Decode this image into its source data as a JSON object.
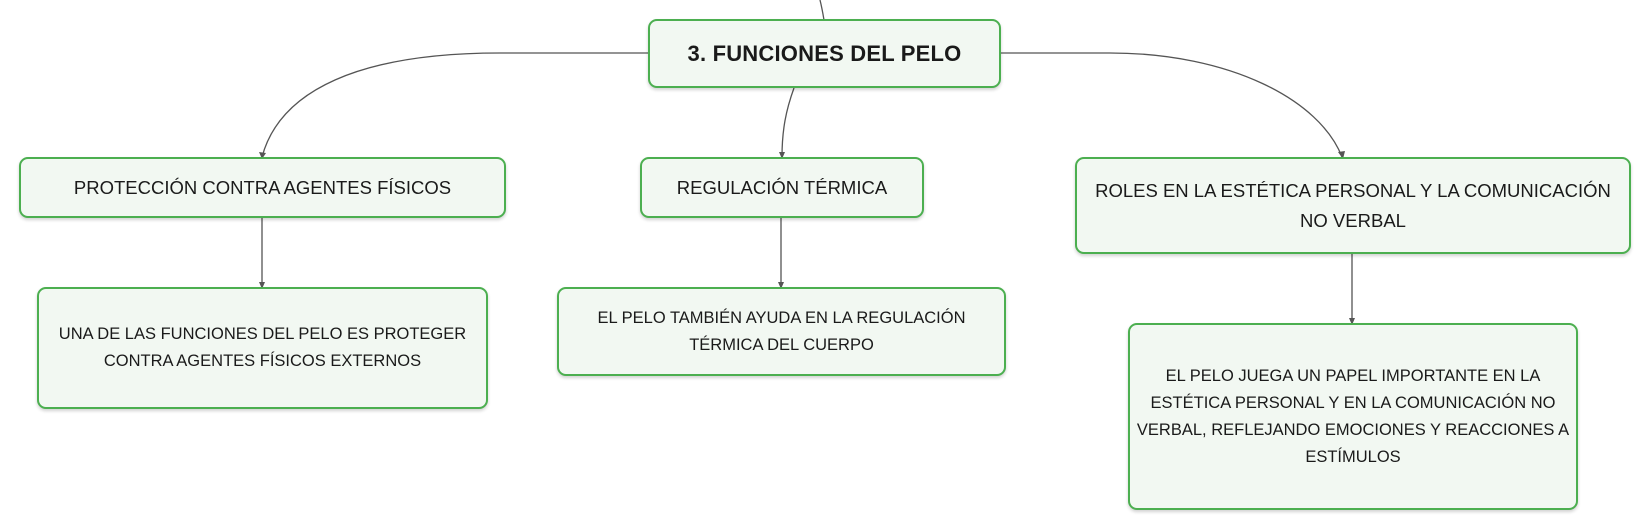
{
  "diagram": {
    "root": {
      "label": "3. FUNCIONES DEL PELO"
    },
    "branches": [
      {
        "label": "PROTECCIÓN CONTRA AGENTES FÍSICOS",
        "detail": "UNA DE LAS FUNCIONES DEL PELO ES PROTEGER CONTRA AGENTES FÍSICOS EXTERNOS"
      },
      {
        "label": "REGULACIÓN TÉRMICA",
        "detail": "EL PELO TAMBIÉN AYUDA EN LA REGULACIÓN TÉRMICA DEL CUERPO"
      },
      {
        "label": "ROLES EN LA ESTÉTICA PERSONAL Y LA COMUNICACIÓN NO VERBAL",
        "detail": "EL PELO JUEGA UN PAPEL IMPORTANTE EN LA ESTÉTICA PERSONAL Y EN LA COMUNICACIÓN NO VERBAL, REFLEJANDO EMOCIONES Y REACCIONES A ESTÍMULOS"
      }
    ],
    "colors": {
      "node_border": "#4caf50",
      "node_fill": "#f2f8f2",
      "connector": "#555555"
    }
  }
}
